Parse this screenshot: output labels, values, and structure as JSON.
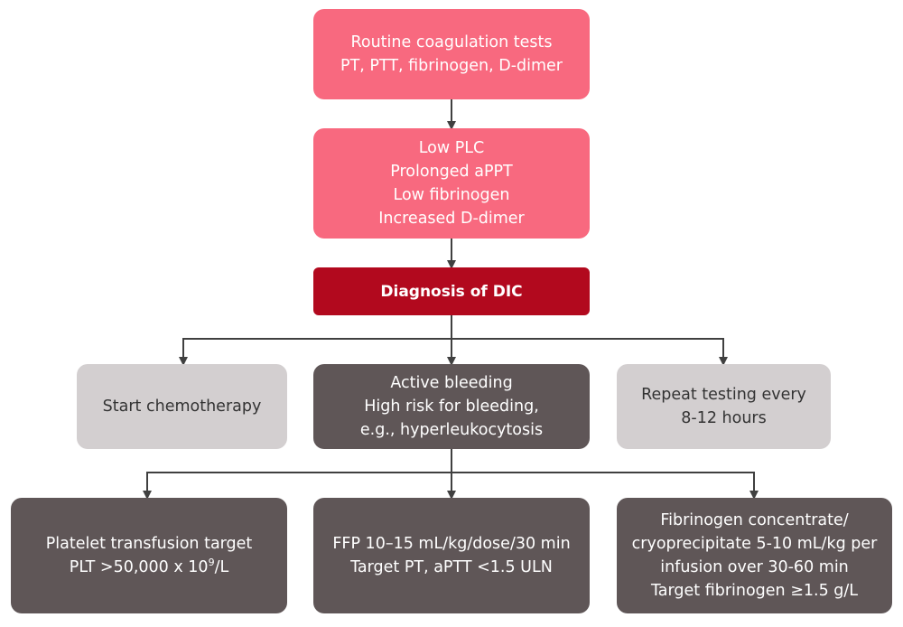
{
  "nodes": {
    "routine": {
      "lines": [
        "Routine coagulation tests",
        "PT, PTT, fibrinogen, D-dimer"
      ]
    },
    "findings": {
      "lines": [
        "Low PLC",
        "Prolonged aPPT",
        "Low fibrinogen",
        "Increased D-dimer"
      ]
    },
    "diagnosis": {
      "label": "Diagnosis of DIC"
    },
    "chemo": {
      "label": "Start chemotherapy"
    },
    "bleeding": {
      "lines": [
        "Active bleeding",
        "High risk for bleeding,",
        "e.g., hyperleukocytosis"
      ]
    },
    "repeat": {
      "lines": [
        "Repeat testing every",
        "8-12 hours"
      ]
    },
    "platelet": {
      "line1": "Platelet transfusion target",
      "line2_pre": "PLT >50,000 x 10",
      "line2_sup": "9",
      "line2_post": "/L"
    },
    "ffp": {
      "lines": [
        "FFP 10–15 mL/kg/dose/30 min",
        "Target PT, aPTT <1.5 ULN"
      ]
    },
    "fibrinogen": {
      "lines": [
        "Fibrinogen concentrate/",
        "cryoprecipitate 5-10 mL/kg per",
        "infusion over 30-60 min",
        "Target fibrinogen ≥1.5 g/L"
      ]
    }
  },
  "colors": {
    "pink": "#f8697f",
    "dark_red": "#b2091e",
    "dark_gray": "#5f5657",
    "light_gray": "#d3cfd0",
    "connector": "#404040"
  }
}
